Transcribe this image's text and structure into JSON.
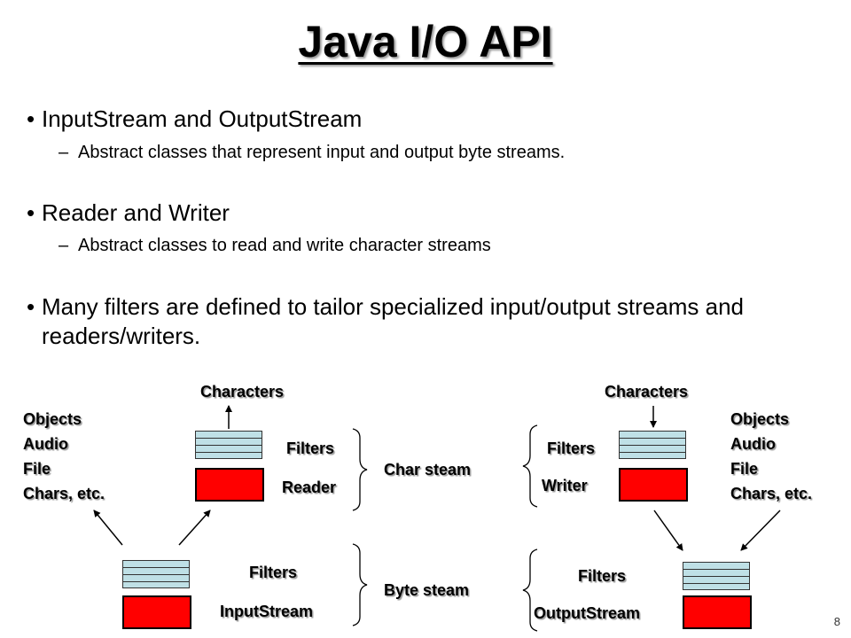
{
  "slide": {
    "title": "Java I/O API",
    "page_number": "8"
  },
  "bullets": [
    {
      "text": "InputStream and OutputStream",
      "sub": "Abstract classes that represent input and output byte streams."
    },
    {
      "text": "Reader and Writer",
      "sub": "Abstract classes to read and write character streams"
    },
    {
      "text": "Many filters are defined to tailor specialized  input/output streams and readers/writers.",
      "sub": ""
    }
  ],
  "diagram": {
    "left": {
      "characters": "Characters",
      "sources": [
        "Objects",
        "Audio",
        "File",
        "Chars, etc."
      ],
      "char_filters": "Filters",
      "char_stream_class": "Reader",
      "byte_filters": "Filters",
      "byte_stream_class": "InputStream"
    },
    "right": {
      "characters": "Characters",
      "sinks": [
        "Objects",
        "Audio",
        "File",
        "Chars, etc."
      ],
      "char_filters": "Filters",
      "char_stream_class": "Writer",
      "byte_filters": "Filters",
      "byte_stream_class": "OutputStream"
    },
    "center": {
      "char_label": "Char steam",
      "byte_label": "Byte steam"
    },
    "colors": {
      "stream_box": "#ff0000",
      "filter_layers": "#bfe0e6"
    }
  }
}
